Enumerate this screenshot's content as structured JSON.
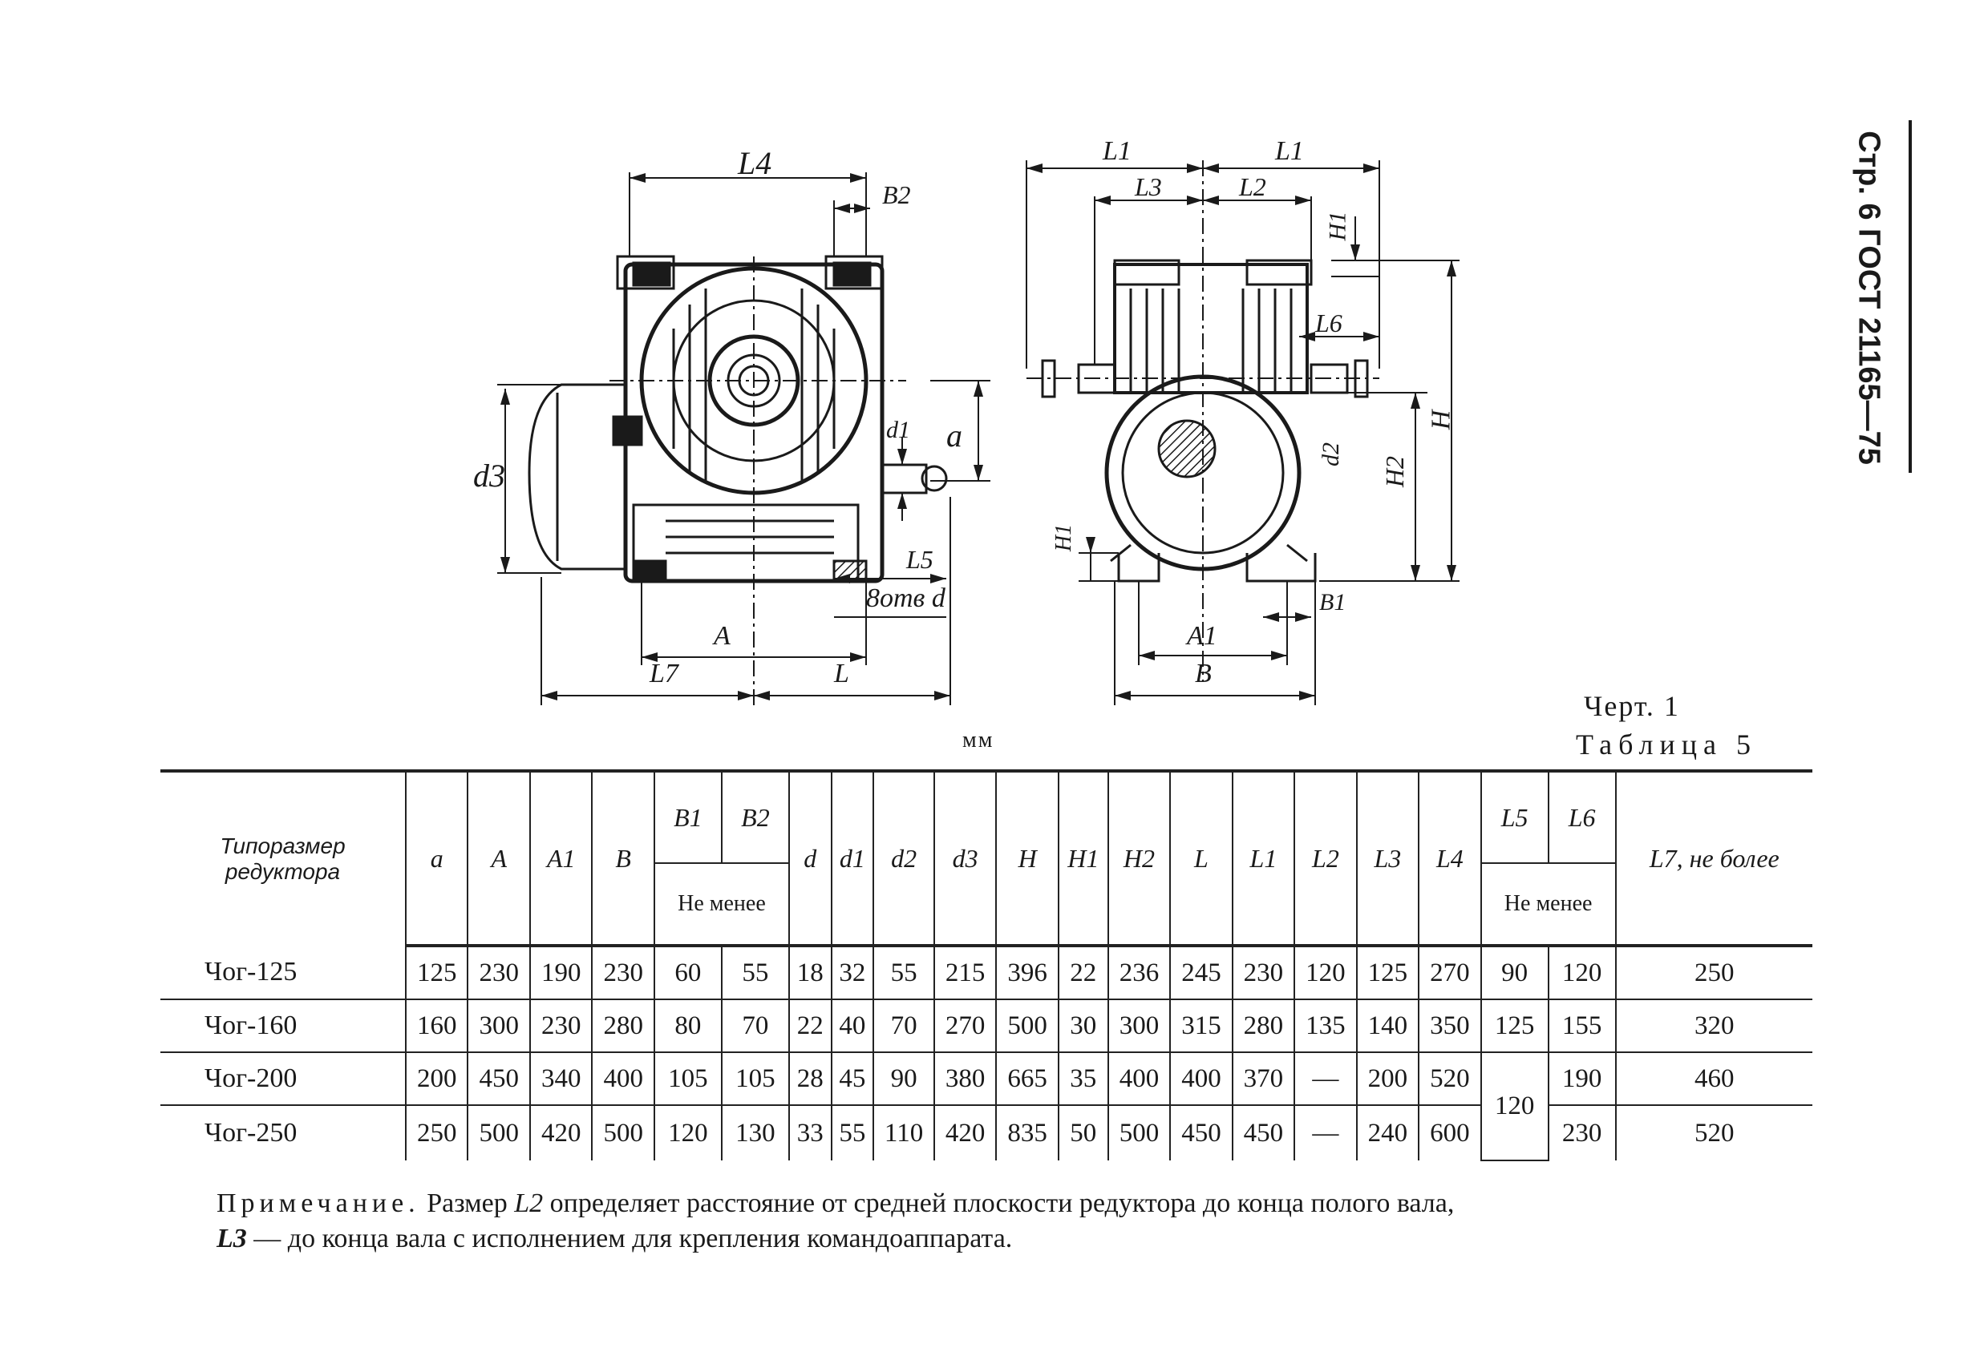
{
  "header": {
    "page_ref": "Стр. 6 ГОСТ 21165—75"
  },
  "drawing": {
    "labels": {
      "L4": "L4",
      "B2": "B2",
      "d1": "d1",
      "a": "a",
      "d3": "d3",
      "L5": "L5",
      "holes": "8отв d",
      "A": "A",
      "L7": "L7",
      "L": "L",
      "L1_left": "L1",
      "L1_right": "L1",
      "L3": "L3",
      "L2": "L2",
      "H1_top": "H1",
      "L6": "L6",
      "H": "H",
      "d2": "d2",
      "H2": "H2",
      "H1_bottom": "H1",
      "B1": "B1",
      "A1": "A1",
      "B": "B"
    },
    "caption": "Черт. 1"
  },
  "table": {
    "units": "мм",
    "title": "Таблица 5",
    "first_col_header": "Типоразмер редуктора",
    "columns": [
      "a",
      "A",
      "A1",
      "B",
      "B1",
      "B2",
      "d",
      "d1",
      "d2",
      "d3",
      "H",
      "H1",
      "H2",
      "L",
      "L1",
      "L2",
      "L3",
      "L4",
      "L5",
      "L6",
      "L7, не более"
    ],
    "min_note_B": "Не менее",
    "min_note_L": "Не менее",
    "rows": [
      {
        "name": "Чог-125",
        "values": [
          "125",
          "230",
          "190",
          "230",
          "60",
          "55",
          "18",
          "32",
          "55",
          "215",
          "396",
          "22",
          "236",
          "245",
          "230",
          "120",
          "125",
          "270",
          "90",
          "120",
          "250"
        ]
      },
      {
        "name": "Чог-160",
        "values": [
          "160",
          "300",
          "230",
          "280",
          "80",
          "70",
          "22",
          "40",
          "70",
          "270",
          "500",
          "30",
          "300",
          "315",
          "280",
          "135",
          "140",
          "350",
          "125",
          "155",
          "320"
        ]
      },
      {
        "name": "Чог-200",
        "values": [
          "200",
          "450",
          "340",
          "400",
          "105",
          "105",
          "28",
          "45",
          "90",
          "380",
          "665",
          "35",
          "400",
          "400",
          "370",
          "—",
          "200",
          "520",
          "120",
          "190",
          "460"
        ]
      },
      {
        "name": "Чог-250",
        "values": [
          "250",
          "500",
          "420",
          "500",
          "120",
          "130",
          "33",
          "55",
          "110",
          "420",
          "835",
          "50",
          "500",
          "450",
          "450",
          "—",
          "240",
          "600",
          "",
          "230",
          "520"
        ]
      }
    ]
  },
  "note": {
    "prefix": "Примечание.",
    "text1": "Размер",
    "sym1": "L2",
    "text2": "определяет расстояние от средней плоскости редуктора до конца полого вала,",
    "sym2": "L3",
    "text3": "— до конца вала с исполнением для крепления командоаппарата."
  }
}
